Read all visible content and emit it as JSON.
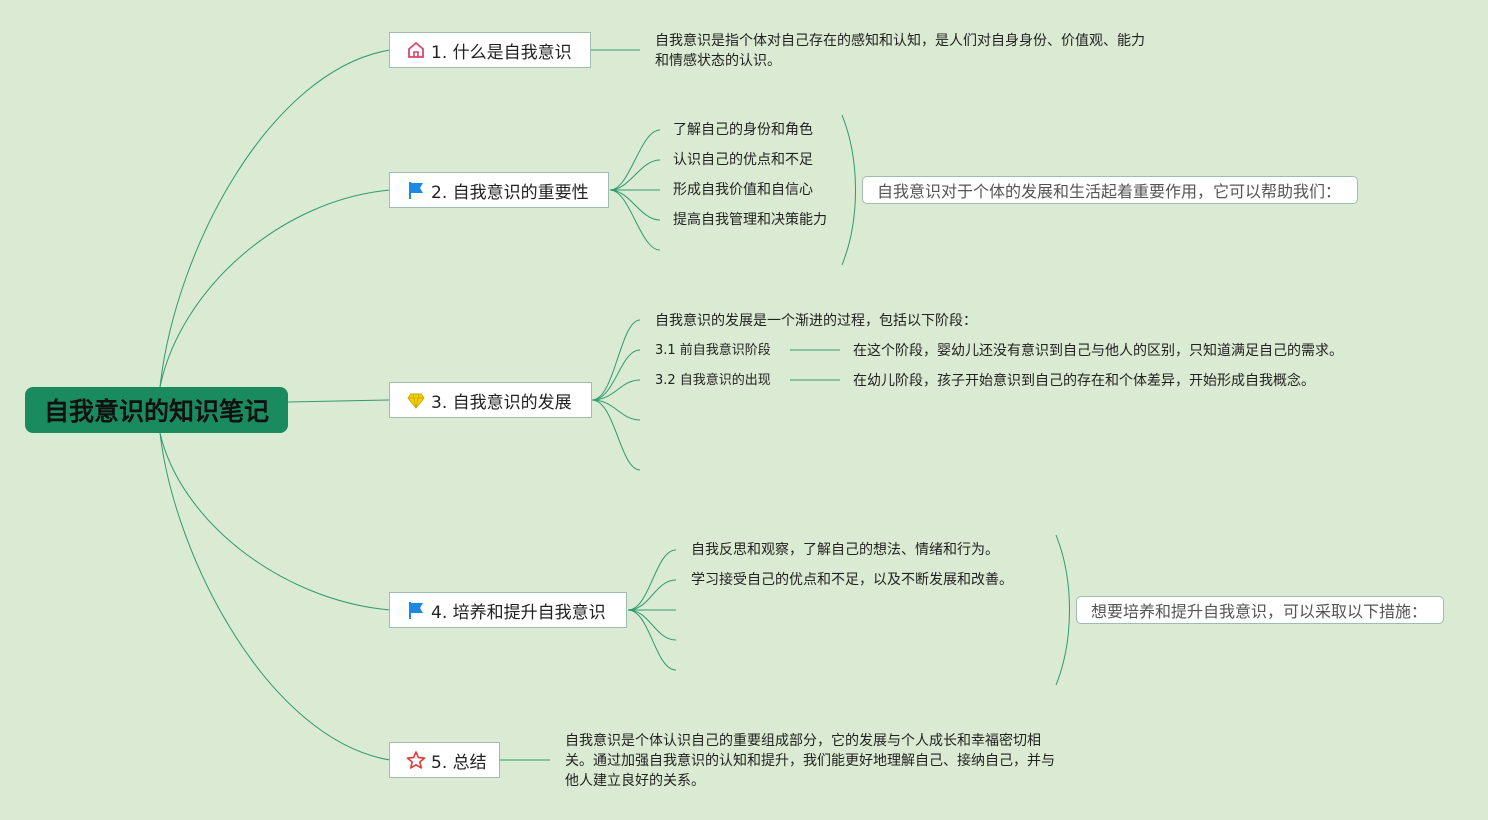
{
  "root": {
    "title": "自我意识的知识笔记"
  },
  "topics": [
    {
      "label": "1. 什么是自我意识",
      "icon": "house-icon",
      "content": "自我意识是指个体对自己存在的感知和认知，是人们对自身身份、价值观、能力和情感状态的认识。"
    },
    {
      "label": "2. 自我意识的重要性",
      "icon": "flag-icon",
      "items": [
        "了解自己的身份和角色",
        "认识自己的优点和不足",
        "形成自我价值和自信心",
        "提高自我管理和决策能力"
      ],
      "summary": "自我意识对于个体的发展和生活起着重要作用，它可以帮助我们："
    },
    {
      "label": "3. 自我意识的发展",
      "icon": "diamond-icon",
      "intro": "自我意识的发展是一个渐进的过程，包括以下阶段：",
      "stages": [
        {
          "name": "3.1 前自我意识阶段",
          "desc": "在这个阶段，婴幼儿还没有意识到自己与他人的区别，只知道满足自己的需求。"
        },
        {
          "name": "3.2 自我意识的出现",
          "desc": "在幼儿阶段，孩子开始意识到自己的存在和个体差异，开始形成自我概念。"
        }
      ]
    },
    {
      "label": "4. 培养和提升自我意识",
      "icon": "flag-icon",
      "items": [
        "自我反思和观察，了解自己的想法、情绪和行为。",
        "学习接受自己的优点和不足，以及不断发展和改善。"
      ],
      "summary": "想要培养和提升自我意识，可以采取以下措施："
    },
    {
      "label": "5. 总结",
      "icon": "star-icon",
      "content_lines": [
        "自我意识是个体认识自己的重要组成部分，它的发展与个人成长和幸福密切相",
        "关。通过加强自我意识的认知和提升，我们能更好地理解自己、接纳自己，并与",
        "他人建立良好的关系。"
      ]
    }
  ],
  "colors": {
    "background": "#dbead3",
    "root_fill": "#1a8a5f",
    "line": "#2e9a6e",
    "house_icon": "#d9456b",
    "flag_icon": "#1e88e5",
    "diamond_icon": "#f5d000",
    "star_icon": "#e53935"
  }
}
